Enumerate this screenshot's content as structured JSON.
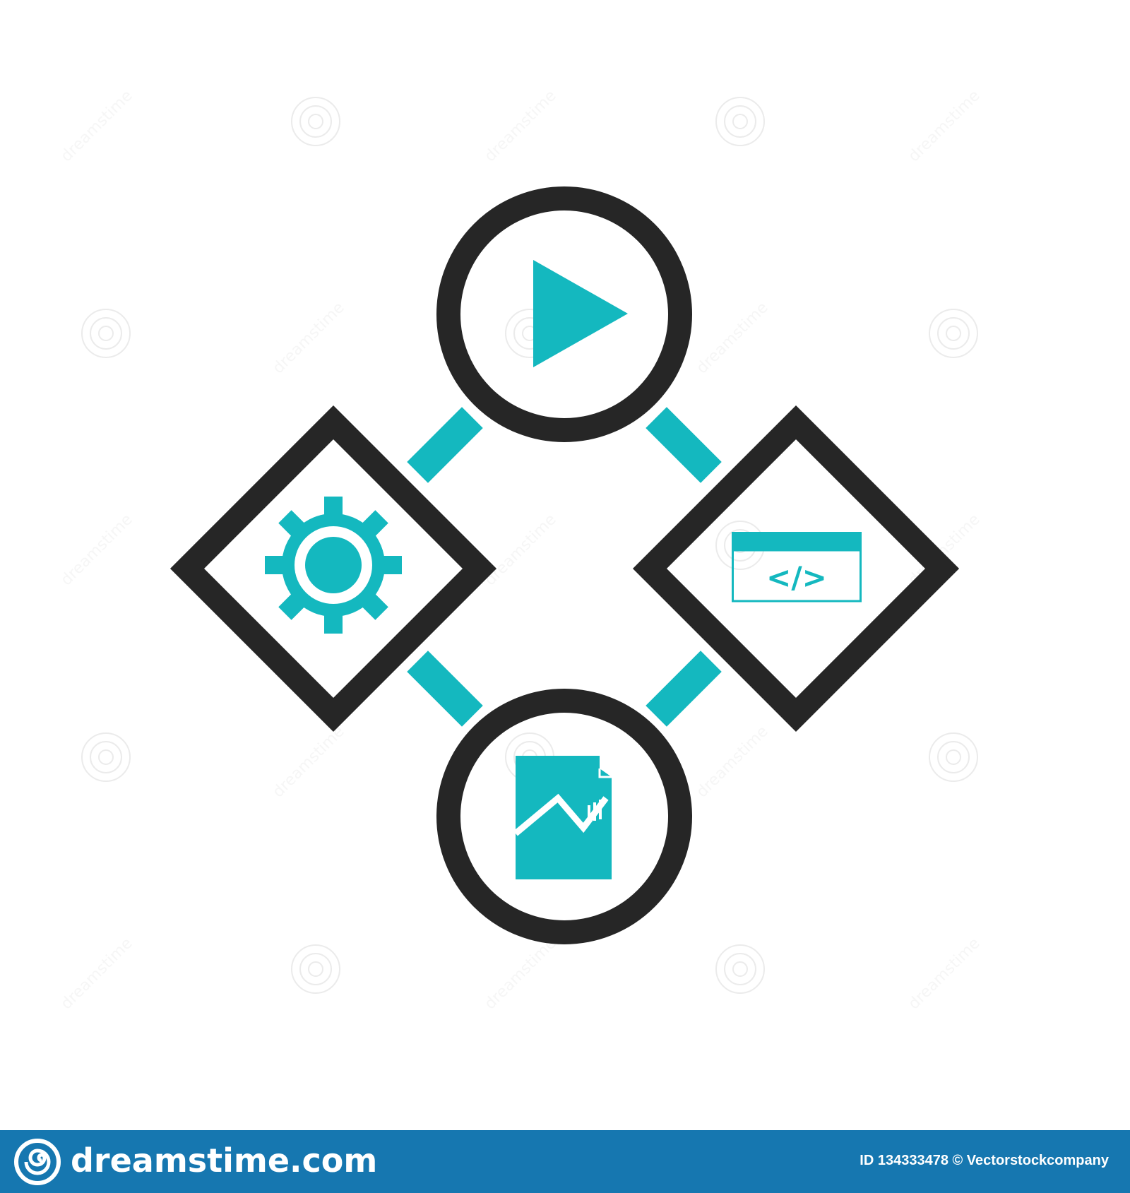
{
  "colors": {
    "stroke": "#262626",
    "accent": "#14b8bf",
    "footer": "#1677b0",
    "watermark": "#cccccc"
  },
  "icons": {
    "top": "play-icon",
    "left": "gear-icon",
    "right": "code-window-icon",
    "bottom": "chart-document-icon",
    "footer": "spiral-logo-icon"
  },
  "code_icon": {
    "text": "</>"
  },
  "watermark": {
    "text": "dreamstime"
  },
  "footer": {
    "brand": "dreamstime.com",
    "id_text": "ID 134333478 © Vectorstockcompany"
  }
}
